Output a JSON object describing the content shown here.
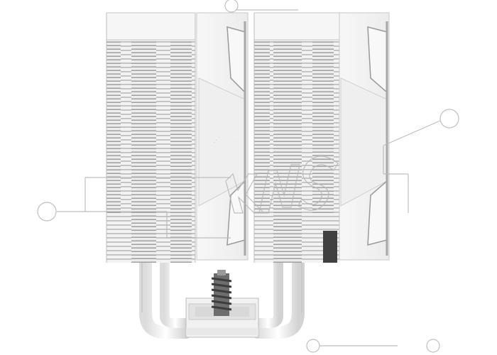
{
  "product": {
    "name": "white-dual-tower-cpu-air-cooler",
    "view": "front",
    "colors": {
      "body": "#f4f4f4",
      "fin": "#e9e9e9",
      "fin_edge": "#bdbdbd",
      "shadow": "#8f8f8f",
      "heatpipe": "#eeeeee",
      "spring": "#5a5a5a"
    }
  },
  "watermark": {
    "text": "KNS",
    "color": "#b5b5b5",
    "kind": "logo-outline"
  }
}
